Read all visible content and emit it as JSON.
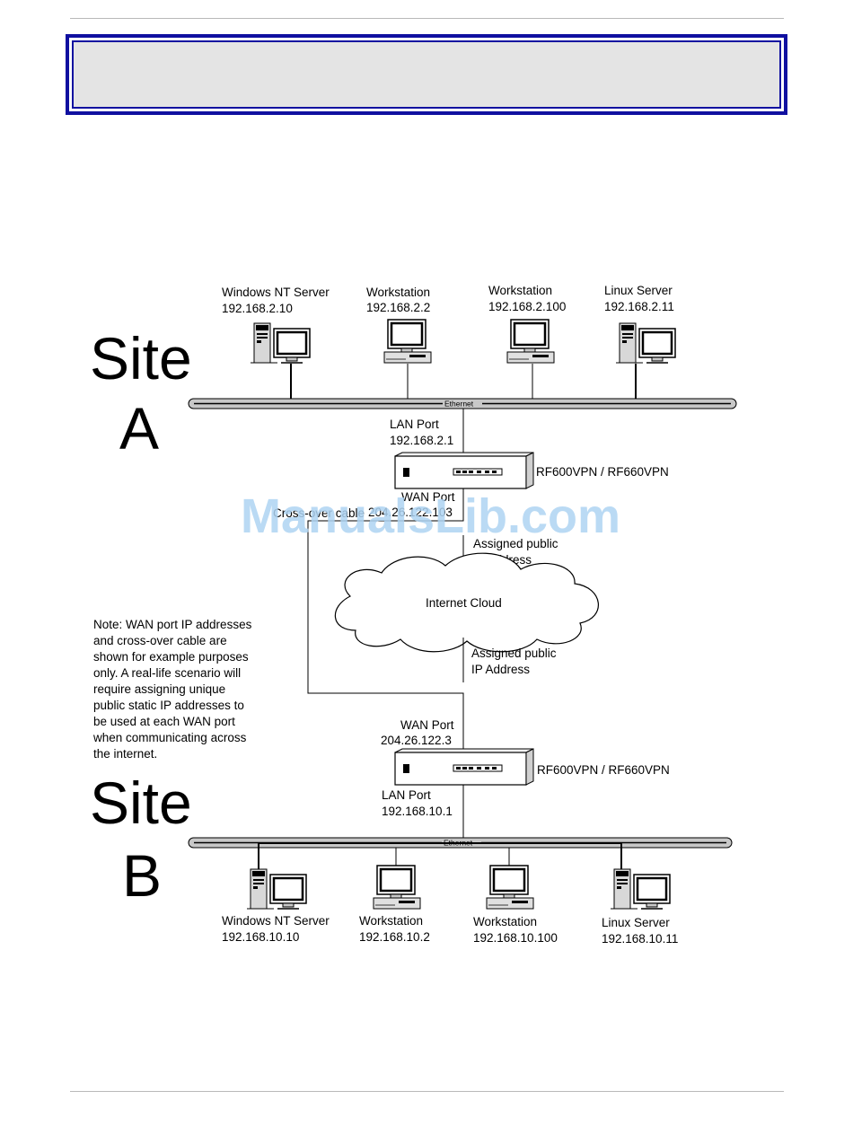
{
  "header": {
    "title": ""
  },
  "site_a": {
    "label_site": "Site",
    "label_letter": "A",
    "ethernet_label": "Ethernet",
    "hosts": [
      {
        "name": "Windows NT Server",
        "ip": "192.168.2.10",
        "kind": "server-tower-icon"
      },
      {
        "name": "Workstation",
        "ip": "192.168.2.2",
        "kind": "desktop-workstation-icon"
      },
      {
        "name": "Workstation",
        "ip": "192.168.2.100",
        "kind": "desktop-workstation-icon"
      },
      {
        "name": "Linux Server",
        "ip": "192.168.2.11",
        "kind": "server-tower-icon"
      }
    ],
    "lan_port": {
      "label": "LAN Port",
      "ip": "192.168.2.1"
    },
    "router": {
      "label": "RF600VPN / RF660VPN"
    },
    "wan_port": {
      "label": "WAN Port",
      "ip": "204.26.122.103"
    },
    "crossover_cable": {
      "label": "Cross-over cable"
    }
  },
  "internet": {
    "cloud_label": "Internet Cloud",
    "assigned_top": [
      "Assigned public",
      "IP Address"
    ],
    "assigned_bottom": [
      "Assigned public",
      "IP Address"
    ]
  },
  "note": [
    "Note:  WAN port IP addresses",
    "and cross-over cable are",
    "shown for example purposes",
    "only.  A real-life scenario will",
    "require assigning unique",
    "public static IP addresses to",
    "be used at each WAN port",
    "when communicating across",
    "the internet."
  ],
  "site_b": {
    "label_site": "Site",
    "label_letter": "B",
    "ethernet_label": "Ethernet",
    "wan_port": {
      "label": "WAN Port",
      "ip": "204.26.122.3"
    },
    "router": {
      "label": "RF600VPN / RF660VPN"
    },
    "lan_port": {
      "label": "LAN Port",
      "ip": "192.168.10.1"
    },
    "hosts": [
      {
        "name": "Windows NT Server",
        "ip": "192.168.10.10",
        "kind": "server-tower-icon"
      },
      {
        "name": "Workstation",
        "ip": "192.168.10.2",
        "kind": "desktop-workstation-icon"
      },
      {
        "name": "Workstation",
        "ip": "192.168.10.100",
        "kind": "desktop-workstation-icon"
      },
      {
        "name": "Linux Server",
        "ip": "192.168.10.11",
        "kind": "server-tower-icon"
      }
    ]
  },
  "watermark": "ManualsLib.com"
}
